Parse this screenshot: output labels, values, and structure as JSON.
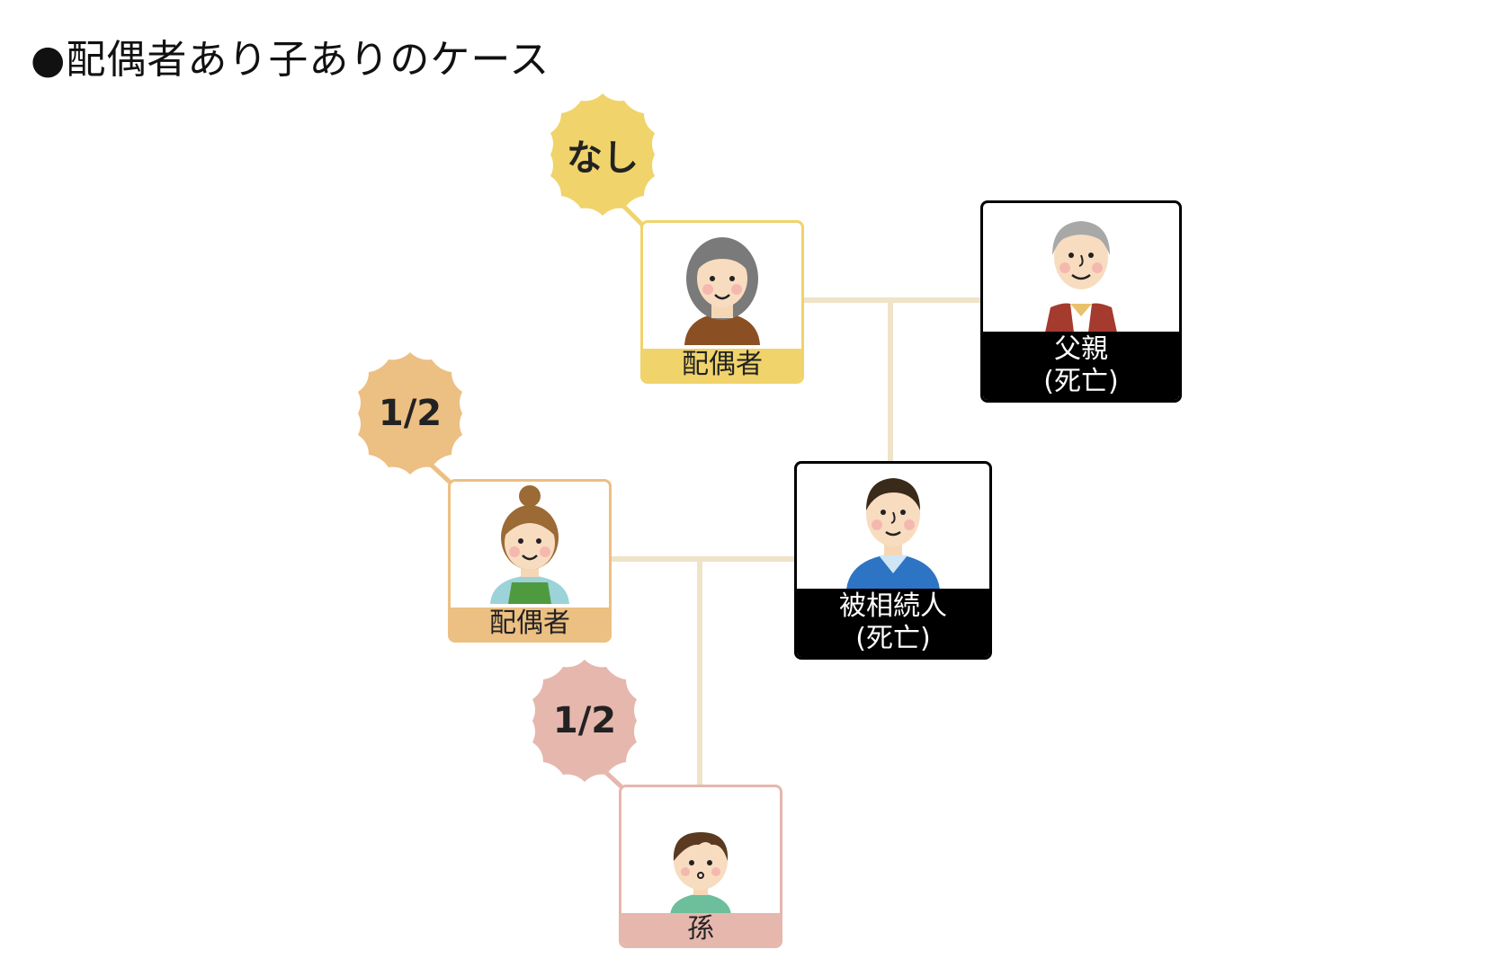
{
  "title": "●配偶者あり子ありのケース",
  "colors": {
    "line": "#efe3c8",
    "yellow": "#f0d36a",
    "orange": "#ecbf82",
    "pink": "#e6b7ad",
    "dark": "#000000"
  },
  "persons": {
    "spouse_top": {
      "label": "配偶者",
      "icon": "grandmother-icon"
    },
    "father": {
      "label": "父親\n(死亡)",
      "icon": "grandfather-icon"
    },
    "spouse_mid": {
      "label": "配偶者",
      "icon": "woman-icon"
    },
    "deceased": {
      "label": "被相続人\n(死亡)",
      "icon": "man-icon"
    },
    "grandchild": {
      "label": "孫",
      "icon": "child-icon"
    }
  },
  "badges": {
    "spouse_top": "なし",
    "spouse_mid": "1/2",
    "grandchild": "1/2"
  }
}
